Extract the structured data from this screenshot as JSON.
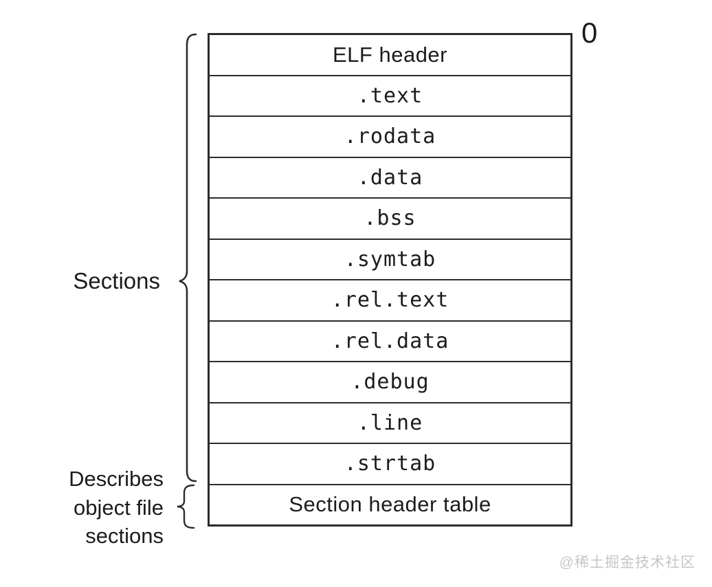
{
  "figure": {
    "offset_label": "0",
    "rows": [
      {
        "label": "ELF header"
      },
      {
        "label": ".text"
      },
      {
        "label": ".rodata"
      },
      {
        "label": ".data"
      },
      {
        "label": ".bss"
      },
      {
        "label": ".symtab"
      },
      {
        "label": ".rel.text"
      },
      {
        "label": ".rel.data"
      },
      {
        "label": ".debug"
      },
      {
        "label": ".line"
      },
      {
        "label": ".strtab"
      },
      {
        "label": "Section header table"
      }
    ],
    "labels": {
      "sections": "Sections",
      "describes_lines": [
        "Describes",
        "object file",
        "sections"
      ]
    },
    "colors": {
      "line": "#2b2b2b",
      "text": "#1c1c1c",
      "watermark": "#c6c6c6",
      "background": "#ffffff"
    }
  },
  "watermark": "@稀土掘金技术社区"
}
